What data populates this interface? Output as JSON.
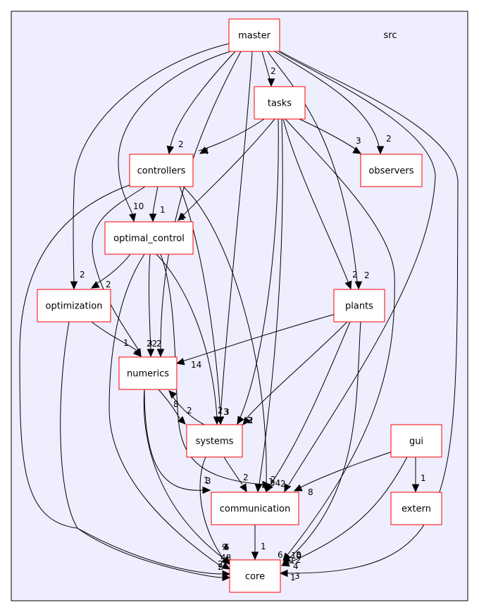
{
  "cluster": {
    "label": "src",
    "fill": "#eeeeff"
  },
  "nodes": [
    {
      "id": "master",
      "label": "master"
    },
    {
      "id": "tasks",
      "label": "tasks"
    },
    {
      "id": "controllers",
      "label": "controllers"
    },
    {
      "id": "observers",
      "label": "observers"
    },
    {
      "id": "optimal_control",
      "label": "optimal_control"
    },
    {
      "id": "optimization",
      "label": "optimization"
    },
    {
      "id": "plants",
      "label": "plants"
    },
    {
      "id": "numerics",
      "label": "numerics"
    },
    {
      "id": "systems",
      "label": "systems"
    },
    {
      "id": "gui",
      "label": "gui"
    },
    {
      "id": "communication",
      "label": "communication"
    },
    {
      "id": "extern",
      "label": "extern"
    },
    {
      "id": "core",
      "label": "core"
    }
  ],
  "edge_labels": [
    "2",
    "2",
    "2",
    "1",
    "1",
    "3",
    "22",
    "2",
    "10",
    "2",
    "4",
    "2",
    "3",
    "2",
    "2",
    "3",
    "1",
    "1",
    "3",
    "34",
    "3",
    "2",
    "2",
    "2",
    "2",
    "3",
    "4",
    "1",
    "2",
    "14",
    "2",
    "2",
    "6",
    "9",
    "2",
    "48",
    "8",
    "6",
    "2",
    "1",
    "10",
    "8",
    "1",
    "2",
    "1",
    "4",
    "3",
    "8",
    "1"
  ]
}
